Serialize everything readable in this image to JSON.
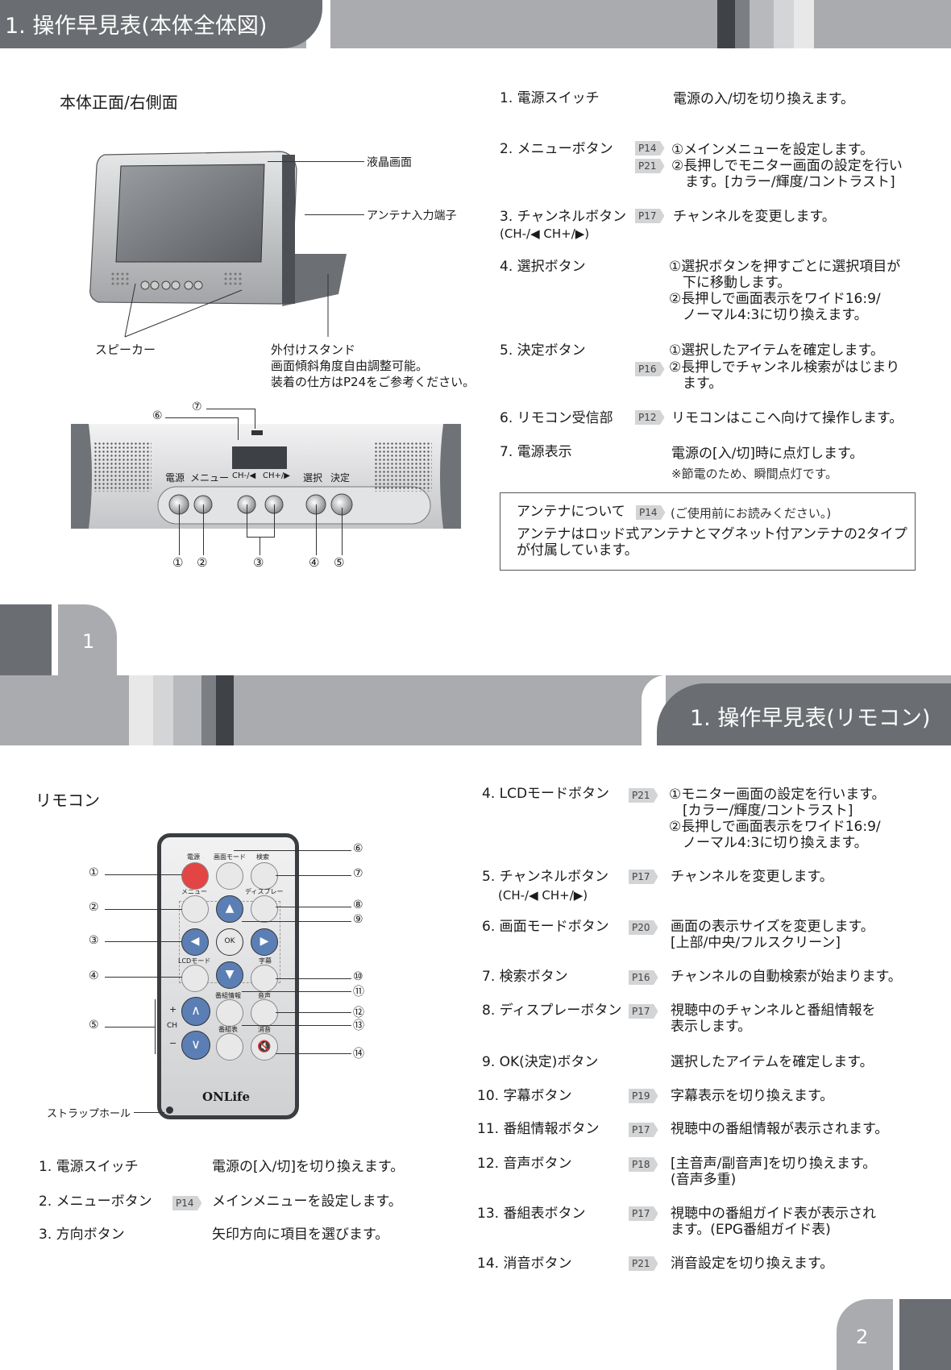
{
  "page1": {
    "header_title": "1. 操作早見表(本体全体図)",
    "section_title": "本体正面/右側面",
    "callouts": {
      "lcd": "液晶画面",
      "antenna_jack": "アンテナ入力端子",
      "speaker": "スピーカー",
      "stand_title": "外付けスタンド",
      "stand_line2": "画面傾斜角度自由調整可能。",
      "stand_line3": "装着の仕方はP24をご参考ください。"
    },
    "panel_labels": {
      "power": "電源",
      "menu": "メニュー",
      "ch_minus": "CH-/◀",
      "ch_plus": "CH+/▶",
      "select": "選択",
      "enter": "決定",
      "n6": "⑥",
      "n7": "⑦",
      "n1": "①",
      "n2": "②",
      "n3": "③",
      "n4": "④",
      "n5": "⑤"
    },
    "items": [
      {
        "label": "1. 電源スイッチ",
        "ref": "",
        "desc": "電源の入/切を切り換えます。"
      },
      {
        "label": "2. メニューボタン",
        "ref": "P14",
        "ref2": "P21",
        "desc": "①メインメニューを設定します。",
        "desc2": "②長押しでモニター画面の設定を行い\n　ます。[カラー/輝度/コントラスト]"
      },
      {
        "label": "3. チャンネルボタン",
        "label2": "(CH-/◀ CH+/▶)",
        "ref": "P17",
        "desc": "チャンネルを変更します。"
      },
      {
        "label": "4. 選択ボタン",
        "ref": "",
        "desc": "①選択ボタンを押すごとに選択項目が\n　下に移動します。\n②長押しで画面表示をワイド16:9/\n　ノーマル4:3に切り換えます。"
      },
      {
        "label": "5. 決定ボタン",
        "ref": "P16",
        "desc": "①選択したアイテムを確定します。",
        "desc2": "②長押しでチャンネル検索がはじまり\n　ます。"
      },
      {
        "label": "6. リモコン受信部",
        "ref": "P12",
        "desc": "リモコンはここへ向けて操作します。"
      },
      {
        "label": "7. 電源表示",
        "ref": "",
        "desc": "電源の[入/切]時に点灯します。",
        "note": "※節電のため、瞬間点灯です。"
      }
    ],
    "antenna_note": {
      "title": "アンテナについて",
      "ref": "P14",
      "sub": "(ご使用前にお読みください。)",
      "body": "アンテナはロッド式アンテナとマグネット付アンテナの2タイプ\nが付属しています。"
    },
    "page_number": "1"
  },
  "page2": {
    "header_title": "1. 操作早見表(リモコン)",
    "section_title": "リモコン",
    "remote": {
      "btn_power": "電源",
      "btn_screen_mode": "画面モード",
      "btn_search": "検索",
      "btn_menu": "メニュー",
      "btn_display": "ディスプレー",
      "btn_ok": "OK",
      "btn_lcd": "LCDモード",
      "btn_subtitle": "字幕",
      "btn_epg_info": "番組情報",
      "btn_audio": "音声",
      "btn_program_guide": "番組表",
      "btn_mute": "消音",
      "ch_label": "CH",
      "plus": "+",
      "minus": "−",
      "brand": "ONLife",
      "strap_hole": "ストラップホール",
      "nums_left": [
        "①",
        "②",
        "③",
        "④",
        "⑤"
      ],
      "nums_right": [
        "⑥",
        "⑦",
        "⑧",
        "⑨",
        "⑩",
        "⑪",
        "⑫",
        "⑬",
        "⑭"
      ]
    },
    "items_left": [
      {
        "label": "1. 電源スイッチ",
        "ref": "",
        "desc": "電源の[入/切]を切り換えます。"
      },
      {
        "label": "2. メニューボタン",
        "ref": "P14",
        "desc": "メインメニューを設定します。"
      },
      {
        "label": "3. 方向ボタン",
        "ref": "",
        "desc": "矢印方向に項目を選びます。"
      }
    ],
    "items_right": [
      {
        "label": "4. LCDモードボタン",
        "ref": "P21",
        "desc": "①モニター画面の設定を行います。\n　[カラー/輝度/コントラスト]\n②長押しで画面表示をワイド16:9/\n　ノーマル4:3に切り換えます。"
      },
      {
        "label": "5. チャンネルボタン",
        "label2": "(CH-/◀ CH+/▶)",
        "ref": "P17",
        "desc": "チャンネルを変更します。"
      },
      {
        "label": "6. 画面モードボタン",
        "ref": "P20",
        "desc": "画面の表示サイズを変更します。\n[上部/中央/フルスクリーン]"
      },
      {
        "label": "7. 検索ボタン",
        "ref": "P16",
        "desc": "チャンネルの自動検索が始まります。"
      },
      {
        "label": "8. ディスプレーボタン",
        "ref": "P17",
        "desc": "視聴中のチャンネルと番組情報を\n表示します。"
      },
      {
        "label": "9. OK(決定)ボタン",
        "ref": "",
        "desc": "選択したアイテムを確定します。"
      },
      {
        "label": "10. 字幕ボタン",
        "ref": "P19",
        "desc": "字幕表示を切り換えます。"
      },
      {
        "label": "11. 番組情報ボタン",
        "ref": "P17",
        "desc": "視聴中の番組情報が表示されます。"
      },
      {
        "label": "12. 音声ボタン",
        "ref": "P18",
        "desc": "[主音声/副音声]を切り換えます。\n(音声多重)"
      },
      {
        "label": "13. 番組表ボタン",
        "ref": "P17",
        "desc": "視聴中の番組ガイド表が表示され\nます。(EPG番組ガイド表)"
      },
      {
        "label": "14. 消音ボタン",
        "ref": "P21",
        "desc": "消音設定を切り換えます。"
      }
    ],
    "page_number": "2"
  }
}
